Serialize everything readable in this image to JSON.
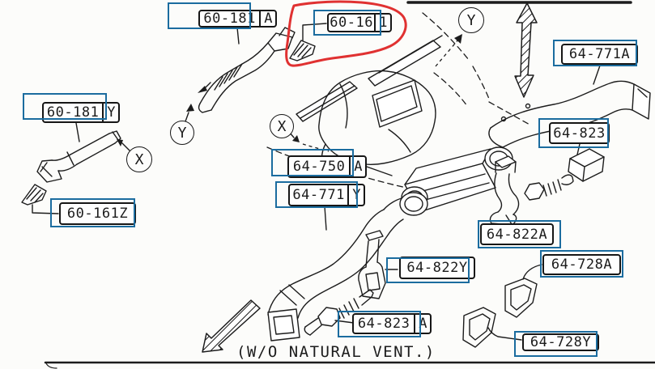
{
  "figure": {
    "caption": "(W/O NATURAL VENT.)",
    "colors": {
      "highlight_box_blue": "#1b6c9f",
      "annotation_circle_red": "#e03131",
      "line_art_black": "#1c1c1c"
    },
    "markers": [
      {
        "letter": "Y"
      },
      {
        "letter": "Y"
      },
      {
        "letter": "X"
      },
      {
        "letter": "X"
      }
    ],
    "labels": [
      {
        "id": "60-181A",
        "base": "60-181",
        "suffix": "A"
      },
      {
        "id": "60-161",
        "base": "60-16",
        "suffix": "1"
      },
      {
        "id": "60-181Y",
        "base": "60-181",
        "suffix": "Y"
      },
      {
        "id": "60-161Z",
        "base": "60-161Z",
        "suffix": ""
      },
      {
        "id": "64-750A",
        "base": "64-750",
        "suffix": "A"
      },
      {
        "id": "64-771Y",
        "base": "64-771",
        "suffix": "Y"
      },
      {
        "id": "64-771A",
        "base": "64-771A",
        "suffix": ""
      },
      {
        "id": "64-823",
        "base": "64-823",
        "suffix": ""
      },
      {
        "id": "64-822A",
        "base": "64-822A",
        "suffix": ""
      },
      {
        "id": "64-728A",
        "base": "64-728A",
        "suffix": ""
      },
      {
        "id": "64-822Y",
        "base": "64-822Y",
        "suffix": ""
      },
      {
        "id": "64-823A",
        "base": "64-823",
        "suffix": "A"
      },
      {
        "id": "64-728Y",
        "base": "64-728Y",
        "suffix": ""
      }
    ]
  }
}
